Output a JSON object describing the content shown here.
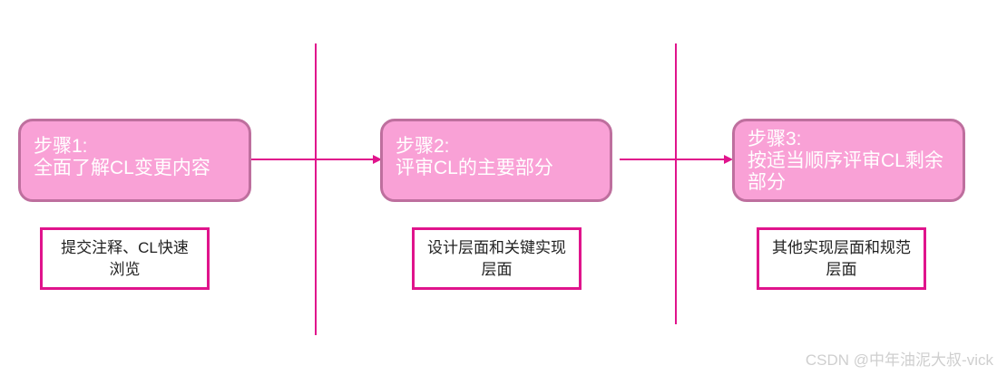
{
  "diagram": {
    "type": "process-flow",
    "colors": {
      "accent": "#e0148c",
      "step_fill": "#f9a1d6",
      "step_border": "#be6f9e",
      "step_text": "#ffffff"
    },
    "steps": [
      {
        "label": "步骤1:",
        "title": "全面了解CL变更内容",
        "note": "提交注释、CL快速浏览"
      },
      {
        "label": "步骤2:",
        "title": "评审CL的主要部分",
        "note": "设计层面和关键实现层面"
      },
      {
        "label": "步骤3:",
        "title": "按适当顺序评审CL剩余部分",
        "note": "其他实现层面和规范层面"
      }
    ]
  },
  "watermark": "CSDN @中年油泥大叔-vick"
}
